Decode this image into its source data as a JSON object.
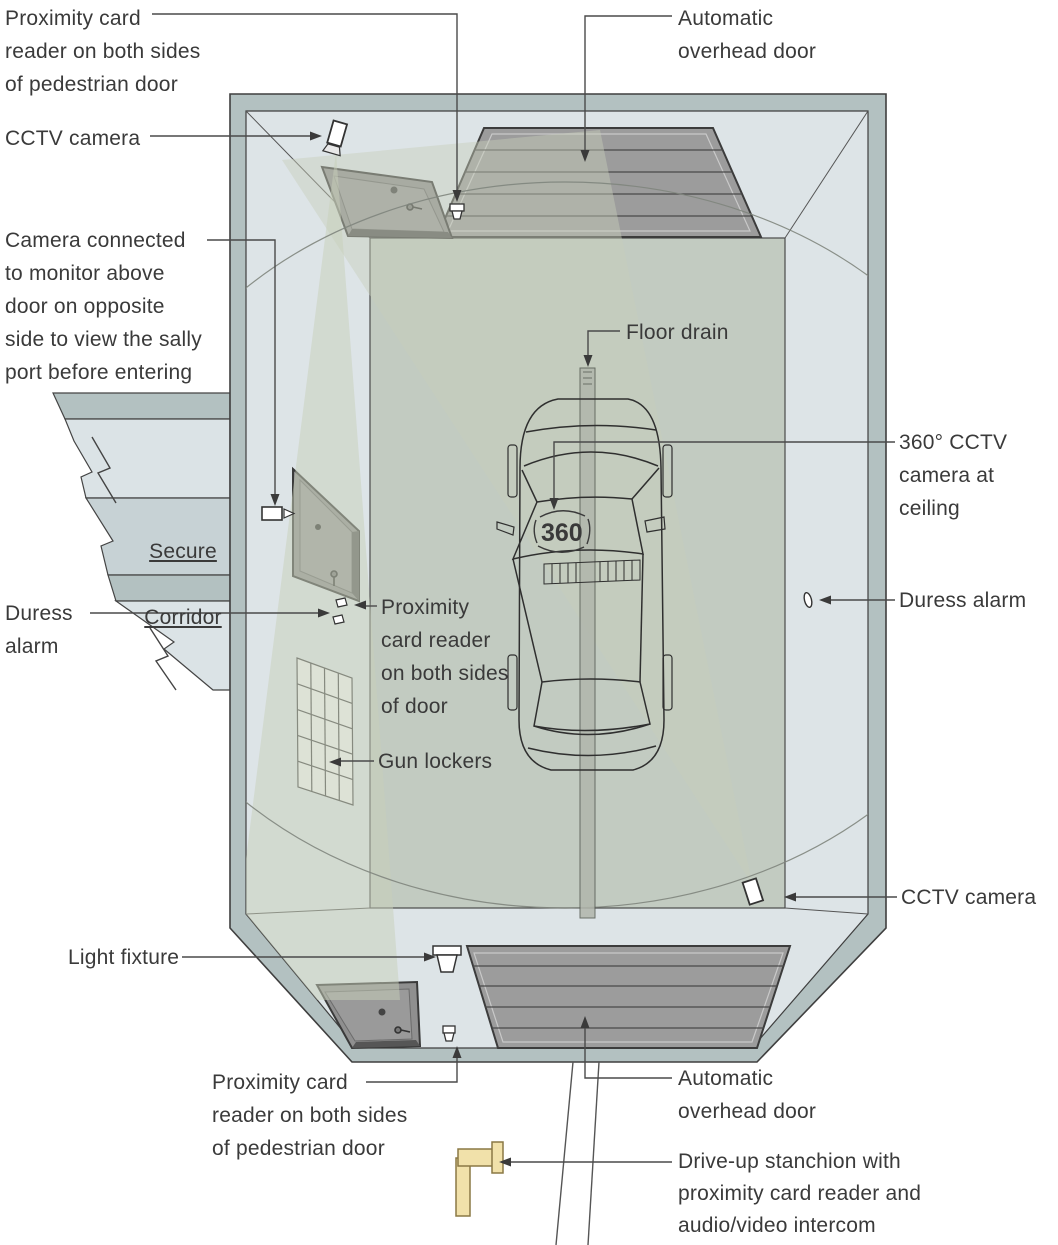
{
  "diagram": {
    "type": "sally-port-security-floor-plan",
    "labels": {
      "prox_ped_top": "Proximity card\nreader on both sides\nof pedestrian door",
      "cctv_top": "CCTV camera",
      "camera_monitor": "Camera connected\nto monitor above\ndoor on opposite\nside to view the sally\nport before entering",
      "secure_corridor_line1": "Secure",
      "secure_corridor_line2": "Corridor",
      "duress_left": "Duress\nalarm",
      "auto_door_top": "Automatic\noverhead door",
      "floor_drain": "Floor drain",
      "cctv_360": "360° CCTV\ncamera at\nceiling",
      "duress_right": "Duress alarm",
      "prox_door": "Proximity\ncard reader\non both sides\nof door",
      "gun_lockers": "Gun lockers",
      "cctv_right": "CCTV camera",
      "light_fixture": "Light fixture",
      "prox_ped_bottom": "Proximity card\nreader on both sides\nof pedestrian door",
      "auto_door_bottom": "Automatic\noverhead door",
      "stanchion": "Drive-up stanchion with\nproximity card reader and\naudio/video intercom",
      "marker_360": "360"
    },
    "icons": {
      "cctv_camera": "tilted-camera-body",
      "monitor_camera": "camera-with-lens-triangle",
      "duress_button": "small-wall-button",
      "proximity_reader": "small-wall-reader",
      "light_fixture": "ceiling-can-light",
      "gun_lockers": "grid-of-lockers",
      "floor_drain": "trench-drain-strip",
      "stanchion": "drive-up-card-reader-post"
    },
    "colors": {
      "wall_band": "#b3c1c1",
      "interior": "#dde4e7",
      "floor": "#c2cbc1",
      "corridor_band": "#c7d2d5",
      "camera_cone": "#c7cfba",
      "door_fill": "#989898",
      "door_frame": "#3c3c3c",
      "line": "#4a4a4a",
      "text": "#3a3a3a",
      "stanchion_fill": "#f1e1aa",
      "stanchion_stroke": "#8a7845",
      "drain_fill": "#b1b6ac"
    }
  }
}
